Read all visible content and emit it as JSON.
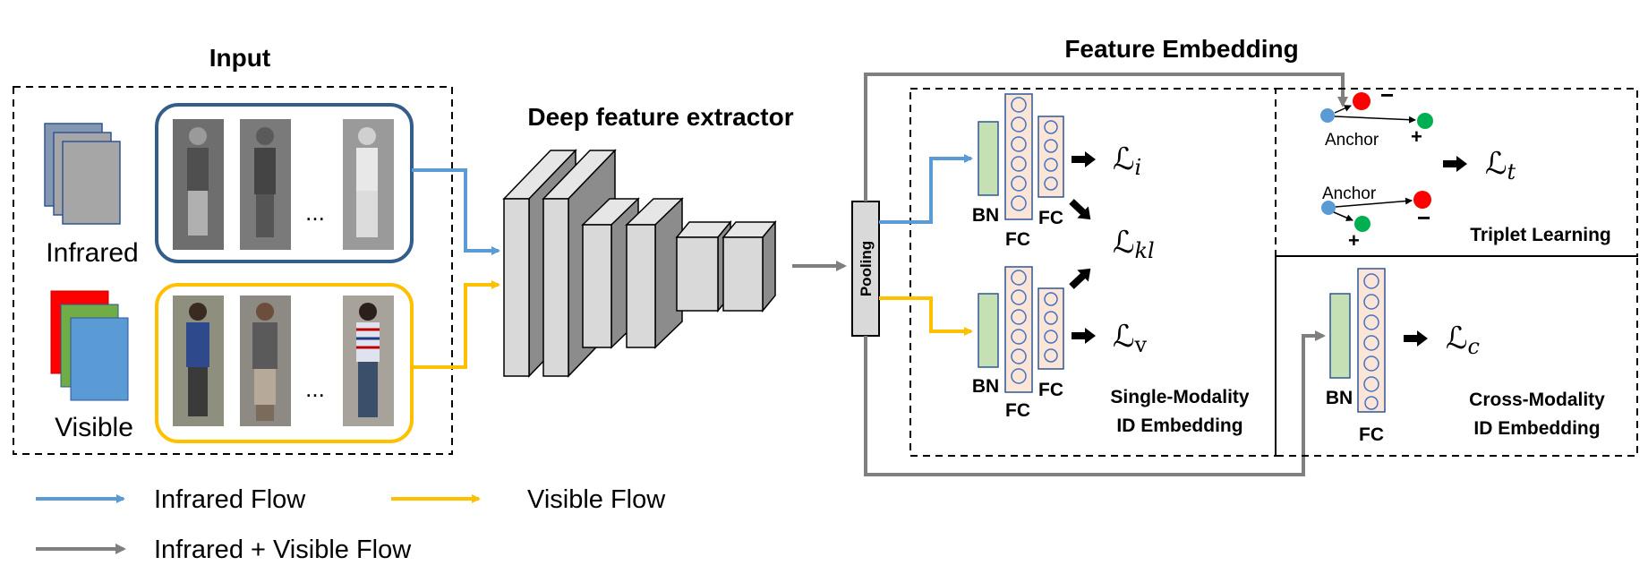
{
  "titles": {
    "input": "Input",
    "extractor": "Deep feature extractor",
    "embedding": "Feature Embedding"
  },
  "input": {
    "infrared_label": "Infrared",
    "visible_label": "Visible",
    "ellipsis": "..."
  },
  "pooling": "Pooling",
  "layers": {
    "bn": "BN",
    "fc": "FC"
  },
  "losses": {
    "l_i": "i",
    "l_kl": "kl",
    "l_v": "v",
    "l_t": "t",
    "l_c": "c",
    "script_L": "ℒ"
  },
  "triplet": {
    "anchor": "Anchor",
    "plus": "+",
    "minus": "−",
    "title": "Triplet Learning"
  },
  "sections": {
    "single_line1": "Single-Modality",
    "single_line2": "ID Embedding",
    "cross_line1": "Cross-Modality",
    "cross_line2": "ID Embedding"
  },
  "legend": {
    "infrared": "Infrared Flow",
    "visible": "Visible Flow",
    "both": "Infrared + Visible Flow"
  },
  "colors": {
    "infrared": "#5b9bd5",
    "visible": "#ffc000",
    "shared": "#7f7f7f",
    "bn_fill": "#c5e0b4",
    "fc_fill": "#fbe5d6",
    "neuron": "#4472c4",
    "red_dot": "#ff0000",
    "green_dot": "#00b050",
    "blue_dot": "#5b9bd5"
  }
}
